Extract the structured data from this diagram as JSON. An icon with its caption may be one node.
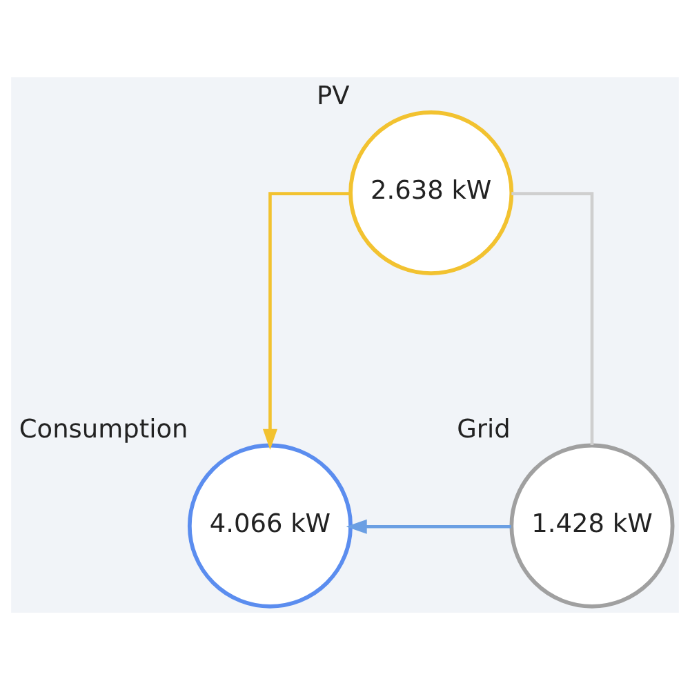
{
  "diagram": {
    "nodes": [
      {
        "text": [
          "2.638 kW"
        ],
        "beside": [
          "PV"
        ]
      },
      {
        "text": [
          "4.066 kW"
        ],
        "beside": [
          "Consumption"
        ]
      },
      {
        "text": [
          "1.428 kW"
        ],
        "beside": [
          "Grid"
        ]
      }
    ],
    "edges": [
      {
        "from": 0,
        "to": 1,
        "arrow": "to",
        "color": "#f2c230"
      },
      {
        "from": 0,
        "to": 2,
        "arrow": "none",
        "color": "#cfcfcf"
      },
      {
        "from": 2,
        "to": 1,
        "arrow": "to",
        "color": "#6b9fe3"
      }
    ]
  }
}
